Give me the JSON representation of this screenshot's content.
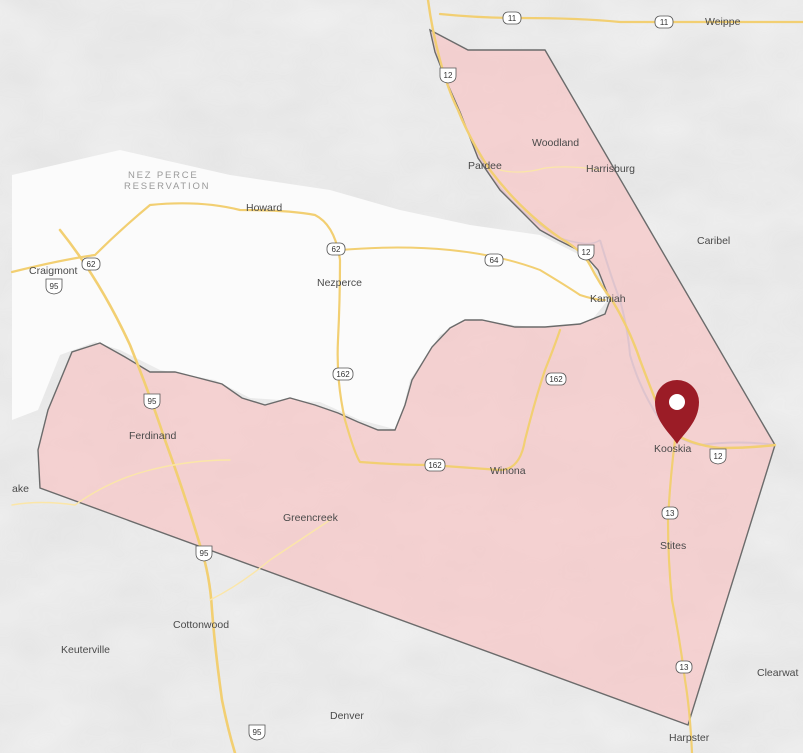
{
  "map": {
    "reservation_lines": [
      "NEZ PERCE",
      "RESERVATION"
    ],
    "places": [
      {
        "id": "weippe",
        "name": "Weippe"
      },
      {
        "id": "woodland",
        "name": "Woodland"
      },
      {
        "id": "pardee",
        "name": "Pardee"
      },
      {
        "id": "harrisburg",
        "name": "Harrisburg"
      },
      {
        "id": "howard",
        "name": "Howard"
      },
      {
        "id": "caribel",
        "name": "Caribel"
      },
      {
        "id": "craigmont",
        "name": "Craigmont"
      },
      {
        "id": "nezperce",
        "name": "Nezperce"
      },
      {
        "id": "kamiah",
        "name": "Kamiah"
      },
      {
        "id": "ferdinand",
        "name": "Ferdinand"
      },
      {
        "id": "kooskia",
        "name": "Kooskia"
      },
      {
        "id": "winona",
        "name": "Winona"
      },
      {
        "id": "greencreek",
        "name": "Greencreek"
      },
      {
        "id": "stites",
        "name": "Stites"
      },
      {
        "id": "cottonwood",
        "name": "Cottonwood"
      },
      {
        "id": "keuterville",
        "name": "Keuterville"
      },
      {
        "id": "clearwater",
        "name": "Clearwat"
      },
      {
        "id": "denver",
        "name": "Denver"
      },
      {
        "id": "harpster",
        "name": "Harpster"
      },
      {
        "id": "lake",
        "name": "ake"
      }
    ],
    "shields": [
      {
        "id": "r11a",
        "label": "11",
        "type": "state"
      },
      {
        "id": "r11b",
        "label": "11",
        "type": "state"
      },
      {
        "id": "r12a",
        "label": "12",
        "type": "us"
      },
      {
        "id": "r12b",
        "label": "12",
        "type": "us"
      },
      {
        "id": "r12c",
        "label": "12",
        "type": "us"
      },
      {
        "id": "r62a",
        "label": "62",
        "type": "state"
      },
      {
        "id": "r62b",
        "label": "62",
        "type": "state"
      },
      {
        "id": "r64",
        "label": "64",
        "type": "state"
      },
      {
        "id": "r95a",
        "label": "95",
        "type": "us"
      },
      {
        "id": "r95b",
        "label": "95",
        "type": "us"
      },
      {
        "id": "r95c",
        "label": "95",
        "type": "us"
      },
      {
        "id": "r95d",
        "label": "95",
        "type": "us"
      },
      {
        "id": "r162a",
        "label": "162",
        "type": "state"
      },
      {
        "id": "r162b",
        "label": "162",
        "type": "state"
      },
      {
        "id": "r162c",
        "label": "162",
        "type": "state"
      },
      {
        "id": "r13a",
        "label": "13",
        "type": "state"
      },
      {
        "id": "r13b",
        "label": "13",
        "type": "state"
      }
    ],
    "marker": {
      "place": "Kooskia",
      "color": "#9b1c26"
    },
    "colors": {
      "terrain": "#efefef",
      "plateau": "#fbfbfb",
      "highlight_fill": "#f6c6c6",
      "highlight_stroke": "#6b6b6b",
      "road": "#f2cf72",
      "road_minor": "#fbe6a8",
      "river": "#9fbfdf"
    }
  }
}
